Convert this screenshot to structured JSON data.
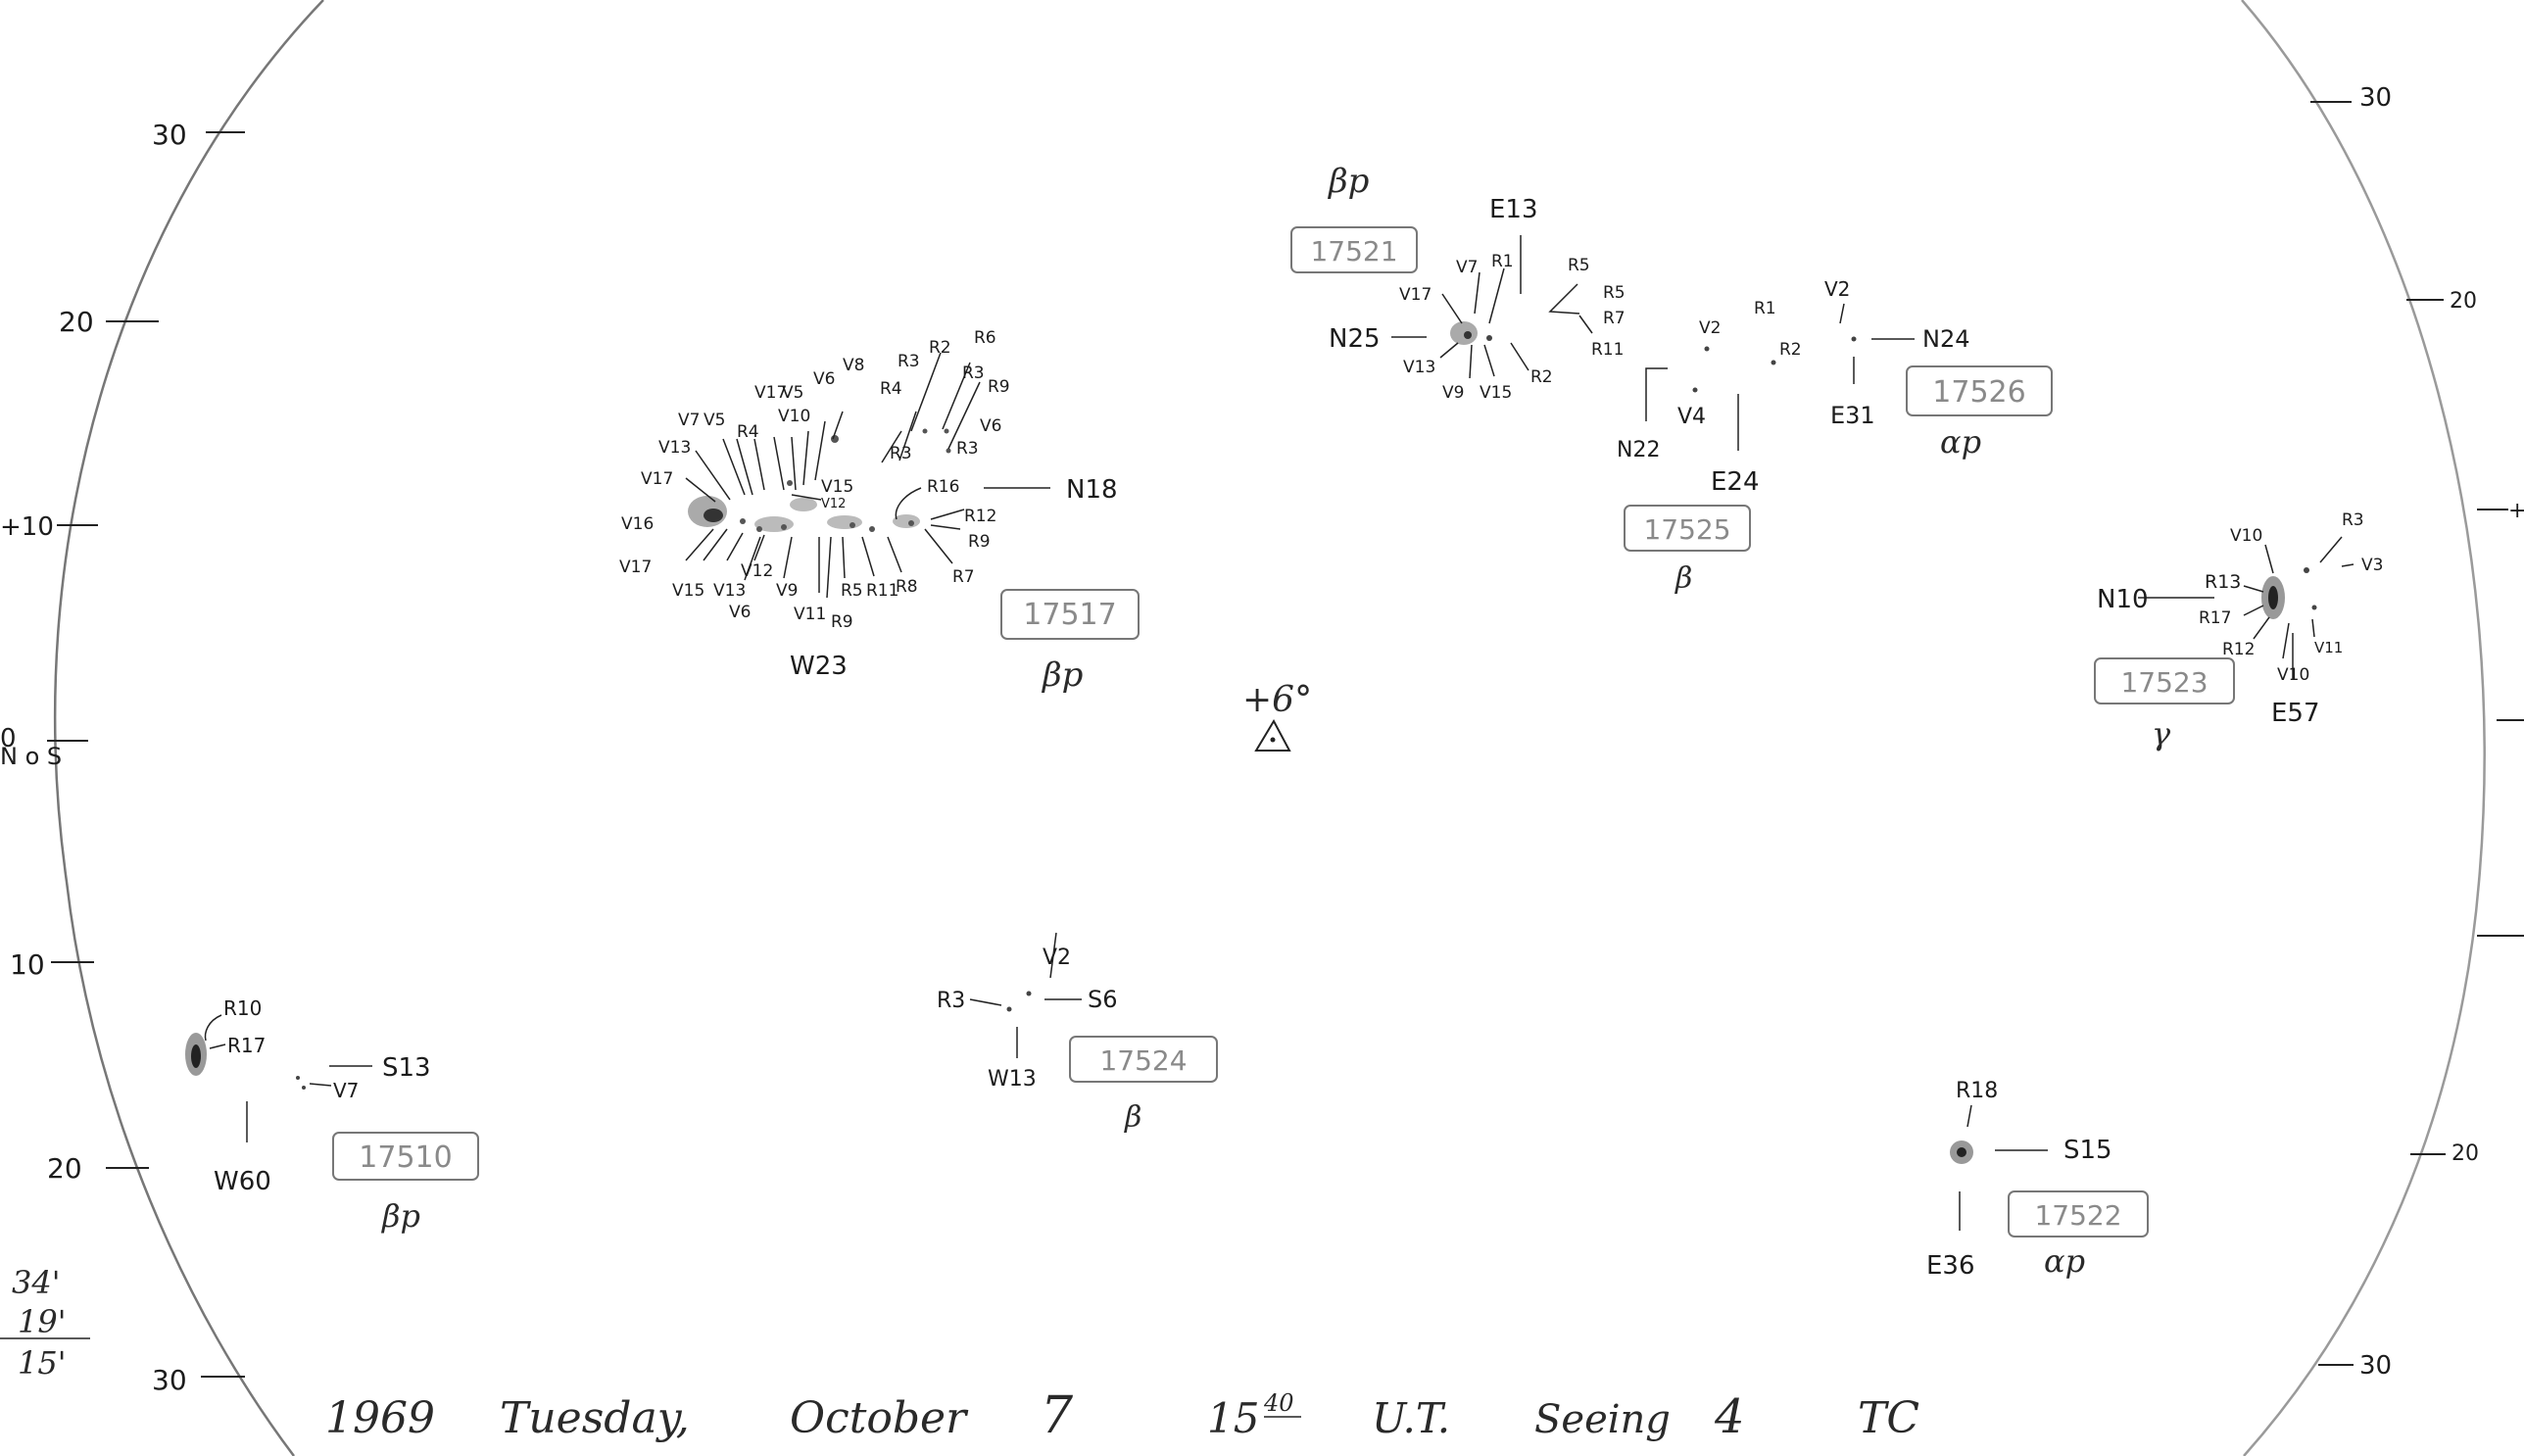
{
  "disk": {
    "left_lat_ticks": [
      "30",
      "20",
      "+10",
      "0",
      "10",
      "20",
      "30"
    ],
    "left_lat_label": "N o S",
    "right_lat_ticks": [
      "30",
      "20",
      "20",
      "30"
    ],
    "right_stub_plus": "+"
  },
  "center": {
    "label": "+6°"
  },
  "side_notes": {
    "a": "34'",
    "b": "19'",
    "c": "15'"
  },
  "footer": {
    "year": "1969",
    "weekday": "Tuesday,",
    "month": "October",
    "day": "7",
    "time": "15",
    "time_minutes": "40",
    "ut": "U.T.",
    "seeing_label": "Seeing",
    "seeing_value": "4",
    "observer": "TC"
  },
  "regions": {
    "r17517": {
      "number": "17517",
      "class": "βp",
      "ns": "N18",
      "ew": "W23",
      "labels": [
        "V7",
        "V5",
        "V13",
        "R4",
        "V17",
        "V5",
        "V10",
        "V6",
        "V8",
        "R4",
        "R3",
        "R2",
        "R6",
        "R3",
        "R9",
        "R3",
        "V6",
        "R3",
        "V17",
        "V15",
        "V12",
        "R16",
        "V16",
        "R12",
        "R9",
        "V17",
        "V15",
        "V13",
        "V12",
        "V6",
        "V9",
        "V11",
        "R9",
        "R5",
        "R11",
        "R8",
        "R7"
      ]
    },
    "r17521": {
      "number": "17521",
      "class": "βp",
      "ns": "N25",
      "ew": "E13",
      "labels": [
        "V7",
        "R1",
        "R5",
        "V17",
        "R5",
        "R7",
        "R11",
        "V13",
        "V9",
        "V15",
        "R2"
      ]
    },
    "r17525": {
      "number": "17525",
      "class": "β",
      "ns": "N22",
      "ew": "E24",
      "labels": [
        "V2",
        "R1",
        "R2",
        "V4"
      ]
    },
    "r17526": {
      "number": "17526",
      "class": "αp",
      "ns": "N24",
      "ew": "E31",
      "labels": [
        "V2"
      ]
    },
    "r17523": {
      "number": "17523",
      "class": "γ",
      "ns": "N10",
      "ew": "E57",
      "labels": [
        "V10",
        "R3",
        "V3",
        "R13",
        "R17",
        "R12",
        "V10",
        "V11"
      ]
    },
    "r17524": {
      "number": "17524",
      "class": "β",
      "ns": "S6",
      "ew": "W13",
      "labels": [
        "V2",
        "R3"
      ]
    },
    "r17510": {
      "number": "17510",
      "class": "βp",
      "ns": "S13",
      "ew": "W60",
      "labels": [
        "R10",
        "R17",
        "V7"
      ]
    },
    "r17522": {
      "number": "17522",
      "class": "αp",
      "ns": "S15",
      "ew": "E36",
      "labels": [
        "R18"
      ]
    }
  }
}
